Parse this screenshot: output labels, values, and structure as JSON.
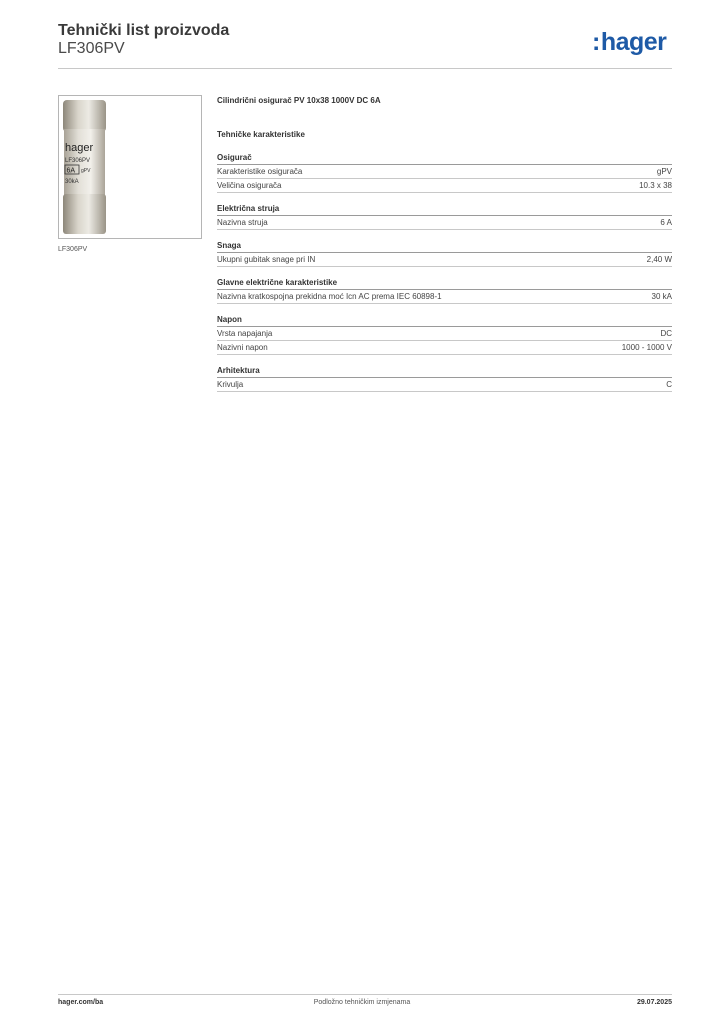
{
  "header": {
    "title": "Tehnički list proizvoda",
    "code": "LF306PV",
    "logo_text": "hager",
    "logo_prefix": ":"
  },
  "product_image": {
    "caption": "LF306PV",
    "fuse_text": [
      "hager",
      "LF306PV",
      "6A",
      "gPV",
      "30kA"
    ]
  },
  "main": {
    "description": "Cilindrični osigurač PV 10x38 1000V DC 6A",
    "section_heading": "Tehničke karakteristike",
    "groups": [
      {
        "title": "Osigurač",
        "rows": [
          {
            "label": "Karakteristike osigurača",
            "value": "gPV"
          },
          {
            "label": "Veličina osigurača",
            "value": "10.3 x 38"
          }
        ]
      },
      {
        "title": "Električna struja",
        "rows": [
          {
            "label": "Nazivna struja",
            "value": "6 A"
          }
        ]
      },
      {
        "title": "Snaga",
        "rows": [
          {
            "label": "Ukupni gubitak snage pri IN",
            "value": "2,40 W"
          }
        ]
      },
      {
        "title": "Glavne električne karakteristike",
        "rows": [
          {
            "label": "Nazivna kratkospojna prekidna moć Icn AC prema IEC 60898-1",
            "value": "30 kA"
          }
        ]
      },
      {
        "title": "Napon",
        "rows": [
          {
            "label": "Vrsta napajanja",
            "value": "DC"
          },
          {
            "label": "Nazivni napon",
            "value": "1000 - 1000 V"
          }
        ]
      },
      {
        "title": "Arhitektura",
        "rows": [
          {
            "label": "Krivulja",
            "value": "C"
          }
        ]
      }
    ]
  },
  "footer": {
    "website": "hager.com/ba",
    "note": "Podložno tehničkim izmjenama",
    "date": "29.07.2025"
  },
  "colors": {
    "brand": "#1e5aa6",
    "rule": "#c8c8c8",
    "text": "#2b2b2b"
  }
}
